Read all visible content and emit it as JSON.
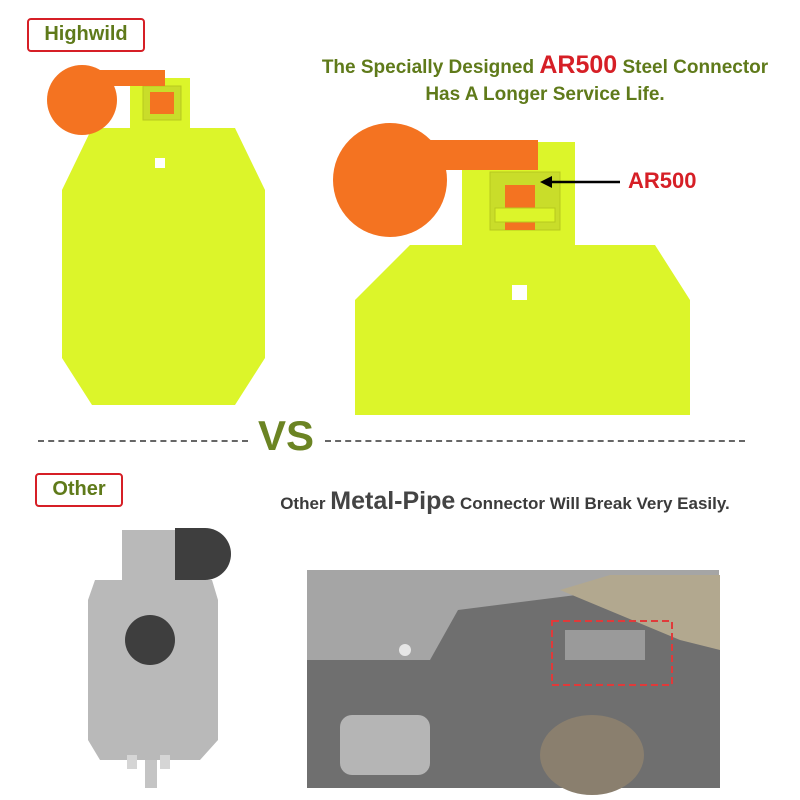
{
  "tags": {
    "highwild": "Highwild",
    "other": "Other"
  },
  "headline_top": {
    "pre": "The Specially Designed ",
    "highlight": "AR500",
    "post": " Steel Connector",
    "line2": "Has A Longer Service Life."
  },
  "headline_bottom": {
    "pre": "Other ",
    "highlight": "Metal-Pipe",
    "post": " Connector Will Break Very Easily."
  },
  "vs": "VS",
  "ar500_callout": "AR500",
  "colors": {
    "target_yellow": "#dcf52a",
    "target_orange": "#f47321",
    "red": "#d61f26",
    "olive": "#5f7a1a",
    "gray_target": "#b9b9b9"
  }
}
